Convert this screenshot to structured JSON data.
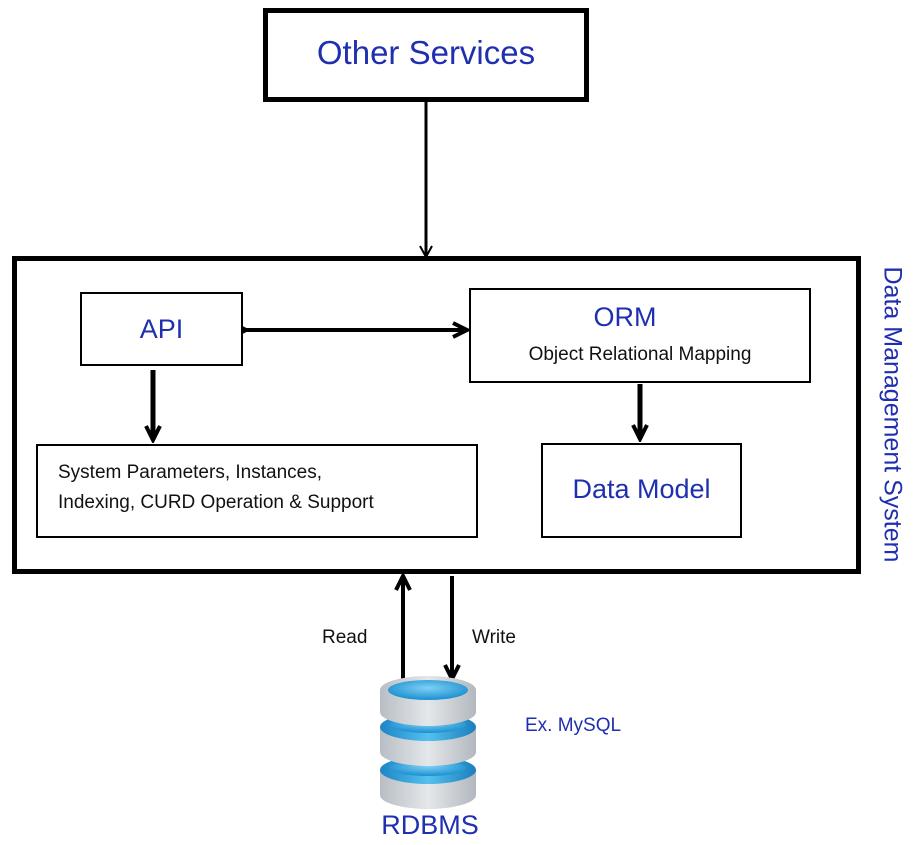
{
  "colors": {
    "title_text": "#1f2fb0",
    "body_text": "#111111",
    "border": "#000000",
    "db_blue": "#2fa0dc",
    "db_gray": "#c9ced3"
  },
  "nodes": {
    "other_services": "Other Services",
    "api": "API",
    "orm_title": "ORM",
    "orm_subtitle": "Object Relational Mapping",
    "system_line1": "System Parameters, Instances,",
    "system_line2": "Indexing, CURD Operation & Support",
    "data_model": "Data Model",
    "container_label": "Data Management System",
    "rdbms": "RDBMS",
    "rdbms_example": "Ex. MySQL"
  },
  "edges": {
    "read": "Read",
    "write": "Write"
  },
  "icons": {
    "database": "database-stack-icon"
  }
}
